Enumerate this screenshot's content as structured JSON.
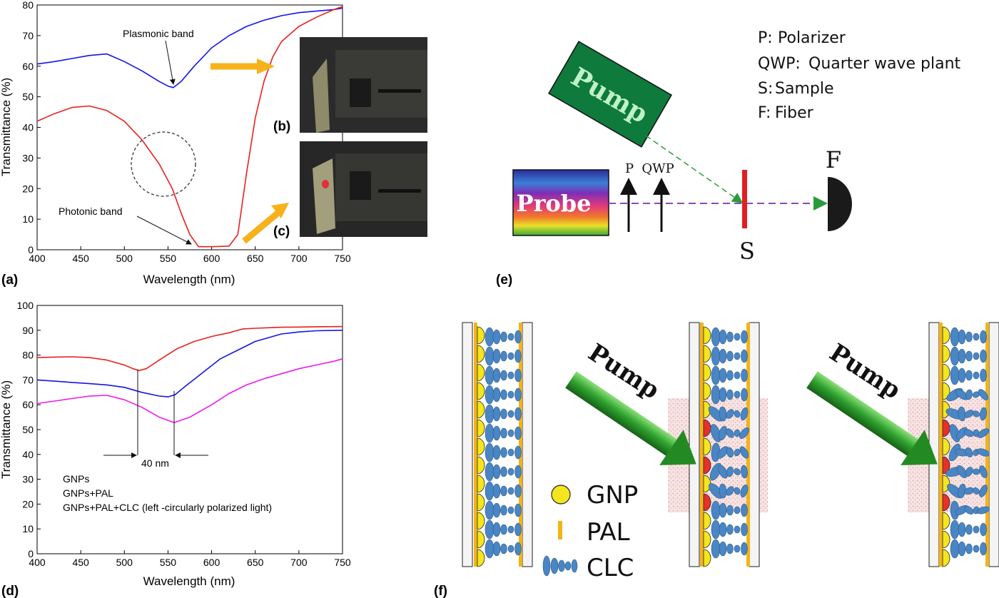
{
  "panels": {
    "a": "(a)",
    "b": "(b)",
    "c": "(c)",
    "d": "(d)",
    "e": "(e)",
    "f": "(f)"
  },
  "colors": {
    "red": "#e8211c",
    "blue": "#1414e6",
    "magenta": "#ee18ee",
    "arrow": "#f7b21b",
    "pump": "#1a8a3a",
    "probe_bg": "#444"
  },
  "chart_data": [
    {
      "type": "line",
      "xlabel": "Wavelength (nm)",
      "ylabel": "Transmittance (%)",
      "xlim": [
        400,
        750
      ],
      "ylim": [
        0,
        80
      ],
      "xticks": [
        400,
        450,
        500,
        550,
        600,
        650,
        700,
        750
      ],
      "yticks": [
        0,
        10,
        20,
        30,
        40,
        50,
        60,
        70,
        80
      ],
      "series": [
        {
          "color": "#1414e6",
          "x": [
            400,
            420,
            440,
            460,
            480,
            500,
            520,
            540,
            550,
            556,
            565,
            580,
            600,
            620,
            640,
            660,
            680,
            700,
            720,
            740,
            750
          ],
          "y": [
            60.7,
            61.5,
            62.5,
            63.5,
            64,
            61.5,
            58.5,
            55,
            53.5,
            53,
            55,
            60,
            66,
            70,
            73,
            75,
            76.5,
            77.5,
            78,
            78.5,
            79
          ]
        },
        {
          "color": "#e8211c",
          "x": [
            400,
            420,
            440,
            460,
            480,
            500,
            520,
            540,
            555,
            565,
            575,
            585,
            600,
            620,
            630,
            640,
            650,
            660,
            670,
            680,
            700,
            720,
            740,
            750
          ],
          "y": [
            42,
            44.5,
            46.5,
            47,
            45.5,
            42,
            36,
            28,
            20,
            12,
            5,
            1,
            1,
            1.2,
            5,
            25,
            43,
            55,
            63,
            68,
            73,
            76,
            78.5,
            79.5
          ]
        }
      ],
      "annotations": [
        {
          "text": "Plasmonic band",
          "x": 556,
          "y": 53
        },
        {
          "text": "Photonic band",
          "x": 585,
          "y": 1
        }
      ]
    },
    {
      "type": "line",
      "xlabel": "Wavelength (nm)",
      "ylabel": "Transmittance (%)",
      "xlim": [
        400,
        750
      ],
      "ylim": [
        0,
        100
      ],
      "xticks": [
        400,
        450,
        500,
        550,
        600,
        650,
        700,
        750
      ],
      "yticks": [
        0,
        10,
        20,
        30,
        40,
        50,
        60,
        70,
        80,
        90,
        100
      ],
      "series": [
        {
          "name": "GNPs",
          "color": "#e8211c",
          "x": [
            400,
            420,
            440,
            460,
            480,
            500,
            510,
            517,
            525,
            540,
            560,
            580,
            600,
            620,
            635,
            650,
            680,
            700,
            720,
            750
          ],
          "y": [
            79,
            79.2,
            79.3,
            79,
            78,
            76,
            74.5,
            73.8,
            74.5,
            78,
            82.5,
            85.5,
            87.5,
            89,
            90.5,
            90.8,
            91.2,
            91.3,
            91.4,
            91.5
          ]
        },
        {
          "name": "GNPs+PAL",
          "color": "#1414e6",
          "x": [
            400,
            420,
            440,
            460,
            480,
            500,
            520,
            540,
            550,
            558,
            570,
            590,
            610,
            630,
            650,
            680,
            700,
            720,
            750
          ],
          "y": [
            70,
            69.5,
            69,
            68.5,
            68,
            67,
            65,
            63.5,
            63.2,
            64,
            67.5,
            73,
            78.5,
            82,
            85.5,
            88.5,
            89.3,
            89.8,
            90
          ]
        },
        {
          "name": "GNPs+PAL+CLC (left -circularly polarized light)",
          "color": "#ee18ee",
          "x": [
            400,
            420,
            440,
            460,
            480,
            500,
            520,
            540,
            557,
            575,
            600,
            620,
            640,
            660,
            680,
            700,
            720,
            740,
            750
          ],
          "y": [
            60.5,
            61.5,
            62.5,
            63.5,
            63.8,
            62,
            59,
            55,
            52.8,
            55,
            60,
            64.5,
            68,
            70.5,
            72.5,
            74.5,
            76,
            77.5,
            78.5
          ]
        }
      ],
      "annotations": [
        {
          "text": "40 nm"
        }
      ]
    }
  ],
  "diagram_e": {
    "legend": [
      {
        "key": "P:",
        "value": "Polarizer"
      },
      {
        "key": "QWP:",
        "value": "Quarter wave plant"
      },
      {
        "key": "S:",
        "value": "Sample"
      },
      {
        "key": "F:",
        "value": "Fiber"
      }
    ],
    "pump": "Pump",
    "probe": "Probe",
    "p_label": "P",
    "qwp_label": "QWP",
    "s_label": "S",
    "f_label": "F"
  },
  "diagram_f": {
    "pump": "Pump",
    "legend": [
      {
        "symbol": "gnp",
        "label": "GNP"
      },
      {
        "symbol": "pal",
        "label": "PAL"
      },
      {
        "symbol": "clc",
        "label": "CLC"
      }
    ]
  }
}
